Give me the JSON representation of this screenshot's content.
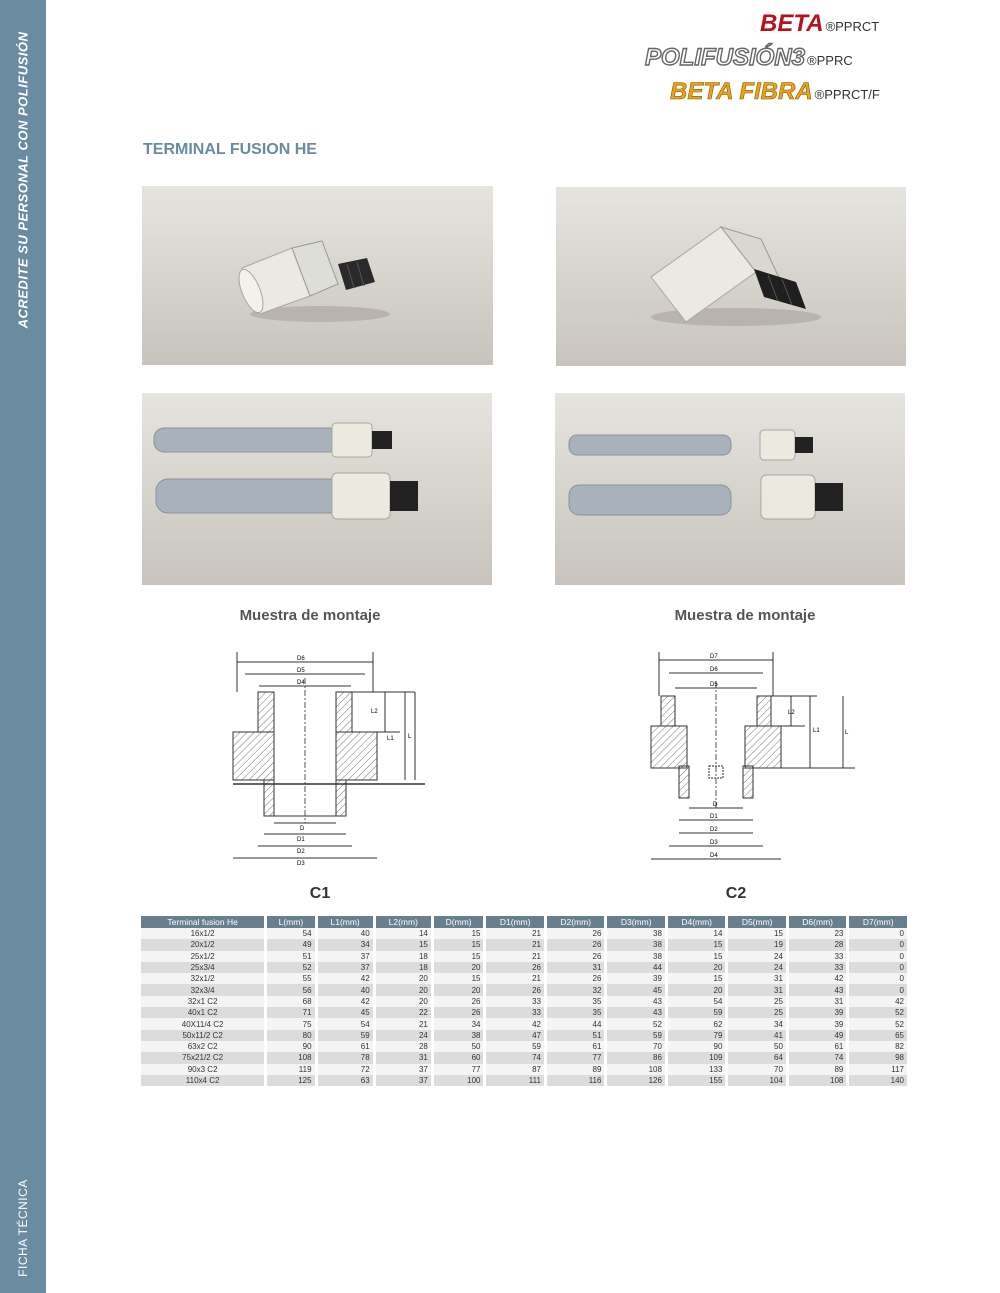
{
  "sidebar": {
    "top_text": "ACREDITE SU PERSONAL CON POLIFUSIÓN",
    "bottom_text": "FICHA TÉCNICA"
  },
  "brands": [
    {
      "name": "BETA",
      "suffix": "®PPRCT"
    },
    {
      "name": "POLIFUSIÓN3",
      "suffix": "®PPRC"
    },
    {
      "name": "BETA FIBRA",
      "suffix": "®PPRCT/F"
    }
  ],
  "page": {
    "title": "TERMINAL FUSION HE"
  },
  "captions": {
    "left": "Muestra de montaje",
    "right": "Muestra de montaje"
  },
  "diagrams": {
    "c1": {
      "label": "C1",
      "top_dims": [
        "D6",
        "D5",
        "D4"
      ],
      "bottom_dims": [
        "D",
        "D1",
        "D2",
        "D3"
      ],
      "side_dims": [
        "L2",
        "L1",
        "L"
      ]
    },
    "c2": {
      "label": "C2",
      "top_dims": [
        "D7",
        "D6",
        "D5"
      ],
      "bottom_dims": [
        "D",
        "D1",
        "D2",
        "D3",
        "D4"
      ],
      "side_dims": [
        "L2",
        "L1",
        "L"
      ]
    }
  },
  "table": {
    "headers": [
      "Terminal fusion He",
      "L(mm)",
      "L1(mm)",
      "L2(mm)",
      "D(mm)",
      "D1(mm)",
      "D2(mm)",
      "D3(mm)",
      "D4(mm)",
      "D5(mm)",
      "D6(mm)",
      "D7(mm)"
    ],
    "rows": [
      [
        "16x1/2",
        "54",
        "40",
        "14",
        "15",
        "21",
        "26",
        "38",
        "14",
        "15",
        "23",
        "0"
      ],
      [
        "20x1/2",
        "49",
        "34",
        "15",
        "15",
        "21",
        "26",
        "38",
        "15",
        "19",
        "28",
        "0"
      ],
      [
        "25x1/2",
        "51",
        "37",
        "18",
        "15",
        "21",
        "26",
        "38",
        "15",
        "24",
        "33",
        "0"
      ],
      [
        "25x3/4",
        "52",
        "37",
        "18",
        "20",
        "26",
        "31",
        "44",
        "20",
        "24",
        "33",
        "0"
      ],
      [
        "32x1/2",
        "55",
        "42",
        "20",
        "15",
        "21",
        "26",
        "39",
        "15",
        "31",
        "42",
        "0"
      ],
      [
        "32x3/4",
        "56",
        "40",
        "20",
        "20",
        "26",
        "32",
        "45",
        "20",
        "31",
        "43",
        "0"
      ],
      [
        "32x1 C2",
        "68",
        "42",
        "20",
        "26",
        "33",
        "35",
        "43",
        "54",
        "25",
        "31",
        "42"
      ],
      [
        "40x1 C2",
        "71",
        "45",
        "22",
        "26",
        "33",
        "35",
        "43",
        "59",
        "25",
        "39",
        "52"
      ],
      [
        "40X11/4 C2",
        "75",
        "54",
        "21",
        "34",
        "42",
        "44",
        "52",
        "62",
        "34",
        "39",
        "52"
      ],
      [
        "50x11/2 C2",
        "80",
        "59",
        "24",
        "38",
        "47",
        "51",
        "59",
        "79",
        "41",
        "49",
        "65"
      ],
      [
        "63x2 C2",
        "90",
        "61",
        "28",
        "50",
        "59",
        "61",
        "70",
        "90",
        "50",
        "61",
        "82"
      ],
      [
        "75x21/2 C2",
        "108",
        "78",
        "31",
        "60",
        "74",
        "77",
        "86",
        "109",
        "64",
        "74",
        "98"
      ],
      [
        "90x3 C2",
        "119",
        "72",
        "37",
        "77",
        "87",
        "89",
        "108",
        "133",
        "70",
        "89",
        "117"
      ],
      [
        "110x4 C2",
        "125",
        "63",
        "37",
        "100",
        "111",
        "116",
        "126",
        "155",
        "104",
        "108",
        "140"
      ]
    ]
  }
}
